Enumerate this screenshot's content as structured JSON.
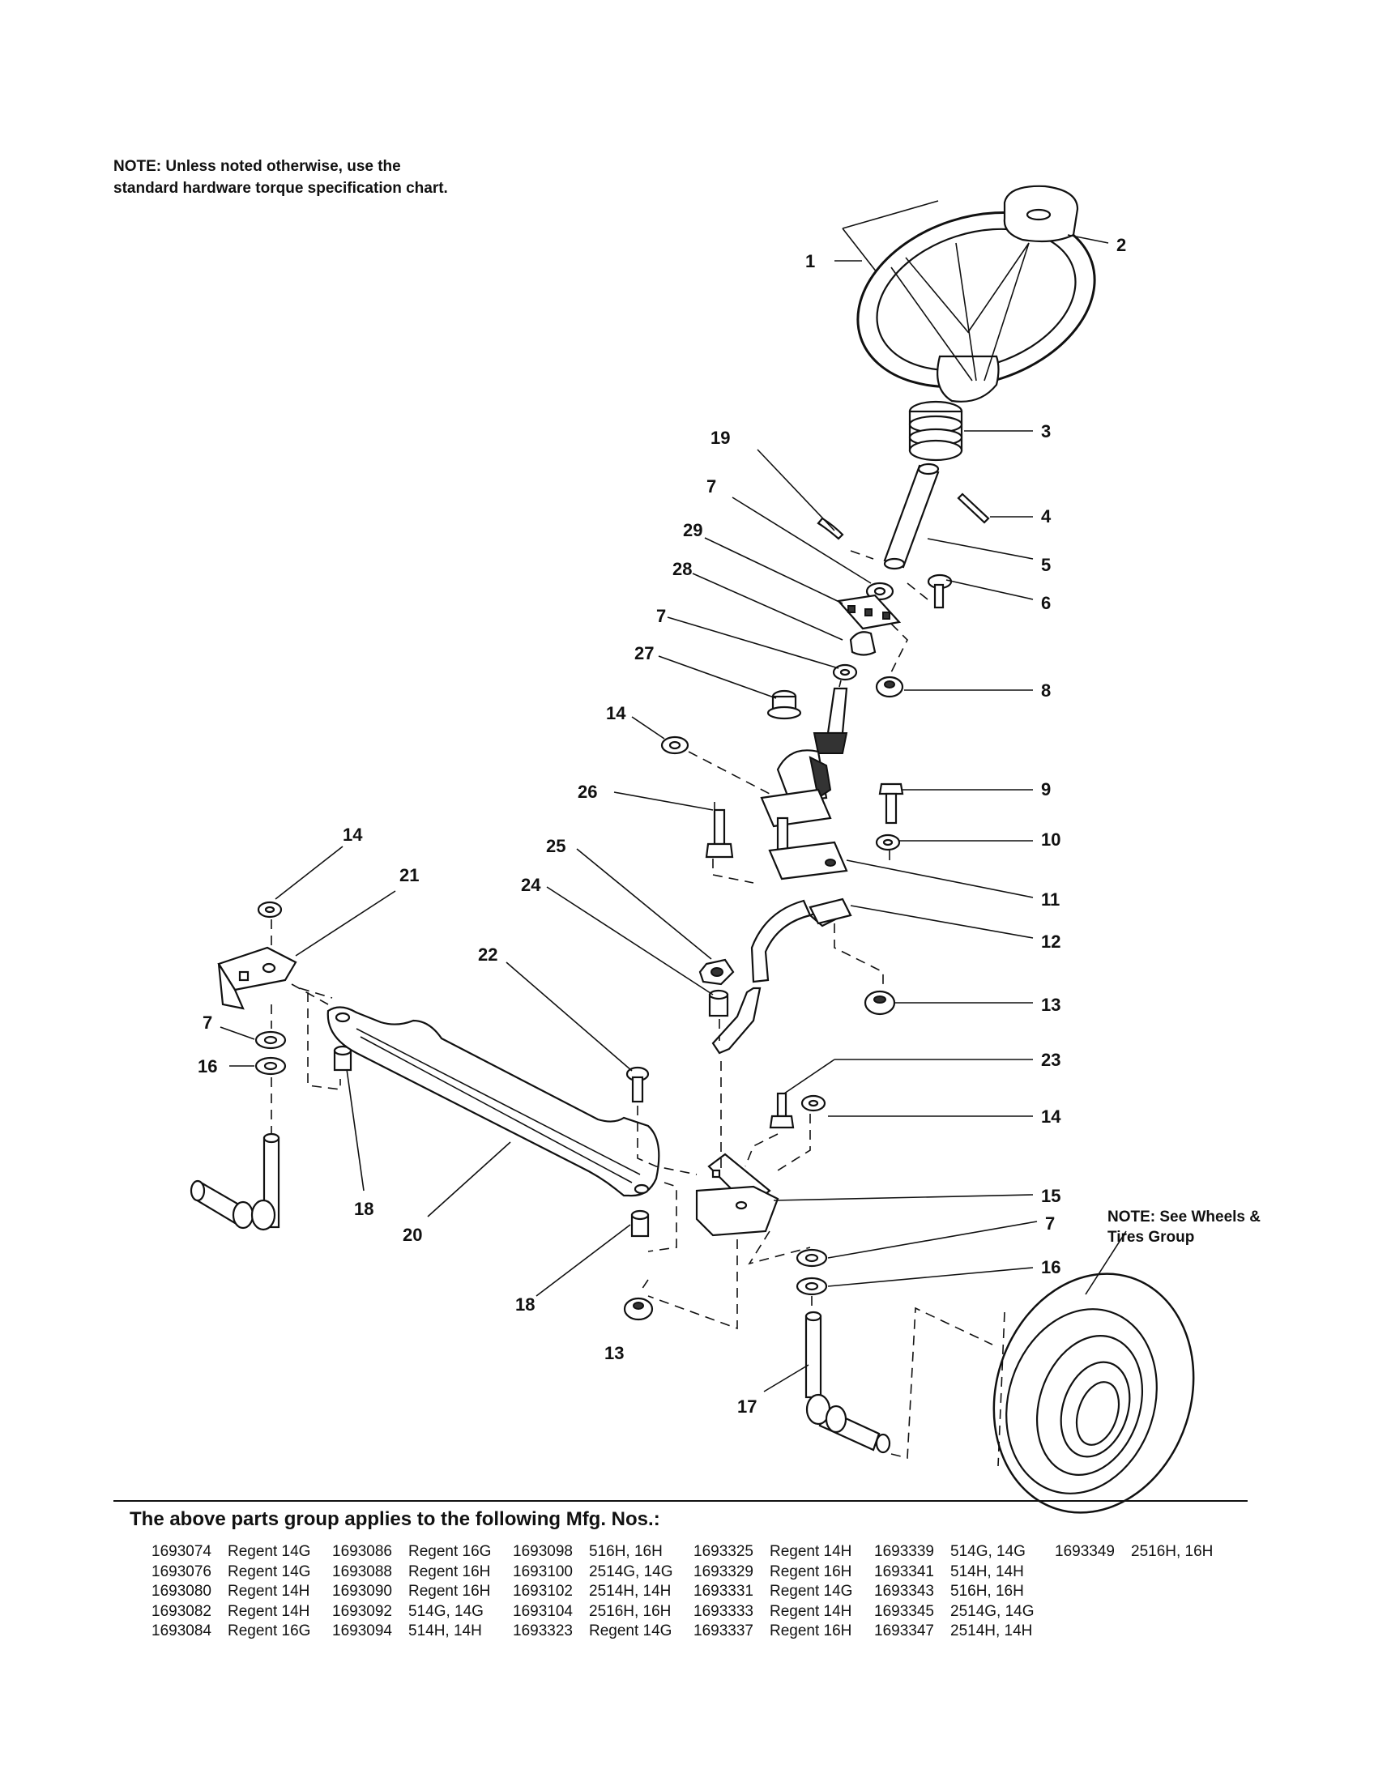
{
  "notes": {
    "top": "NOTE: Unless noted otherwise, use the standard hardware torque specification chart.",
    "wheels": "NOTE: See Wheels & Tires Group"
  },
  "callouts": {
    "c1": "1",
    "c2": "2",
    "c3": "3",
    "c4": "4",
    "c5": "5",
    "c6": "6",
    "c7a": "7",
    "c7b": "7",
    "c7c": "7",
    "c7d": "7",
    "c8": "8",
    "c9": "9",
    "c10": "10",
    "c11": "11",
    "c12": "12",
    "c13a": "13",
    "c13b": "13",
    "c14a": "14",
    "c14b": "14",
    "c14c": "14",
    "c15": "15",
    "c16a": "16",
    "c16b": "16",
    "c17": "17",
    "c18a": "18",
    "c18b": "18",
    "c19": "19",
    "c20": "20",
    "c21": "21",
    "c22": "22",
    "c23": "23",
    "c24": "24",
    "c25": "25",
    "c26": "26",
    "c27": "27",
    "c28": "28",
    "c29": "29"
  },
  "mfg": {
    "heading": "The above parts group applies to the following Mfg. Nos.:",
    "rows": [
      [
        "1693074",
        "Regent 14G",
        "1693086",
        "Regent 16G",
        "1693098",
        "516H, 16H",
        "1693325",
        "Regent 14H",
        "1693339",
        "514G, 14G",
        "1693349",
        "2516H, 16H"
      ],
      [
        "1693076",
        "Regent 14G",
        "1693088",
        "Regent 16H",
        "1693100",
        "2514G, 14G",
        "1693329",
        "Regent 16H",
        "1693341",
        "514H, 14H",
        "",
        ""
      ],
      [
        "1693080",
        "Regent 14H",
        "1693090",
        "Regent 16H",
        "1693102",
        "2514H, 14H",
        "1693331",
        "Regent 14G",
        "1693343",
        "516H, 16H",
        "",
        ""
      ],
      [
        "1693082",
        "Regent 14H",
        "1693092",
        "514G, 14G",
        "1693104",
        "2516H, 16H",
        "1693333",
        "Regent 14H",
        "1693345",
        "2514G, 14G",
        "",
        ""
      ],
      [
        "1693084",
        "Regent 16G",
        "1693094",
        "514H, 14H",
        "1693323",
        "Regent 14G",
        "1693337",
        "Regent 16H",
        "1693347",
        "2514H, 14H",
        "",
        ""
      ]
    ]
  }
}
